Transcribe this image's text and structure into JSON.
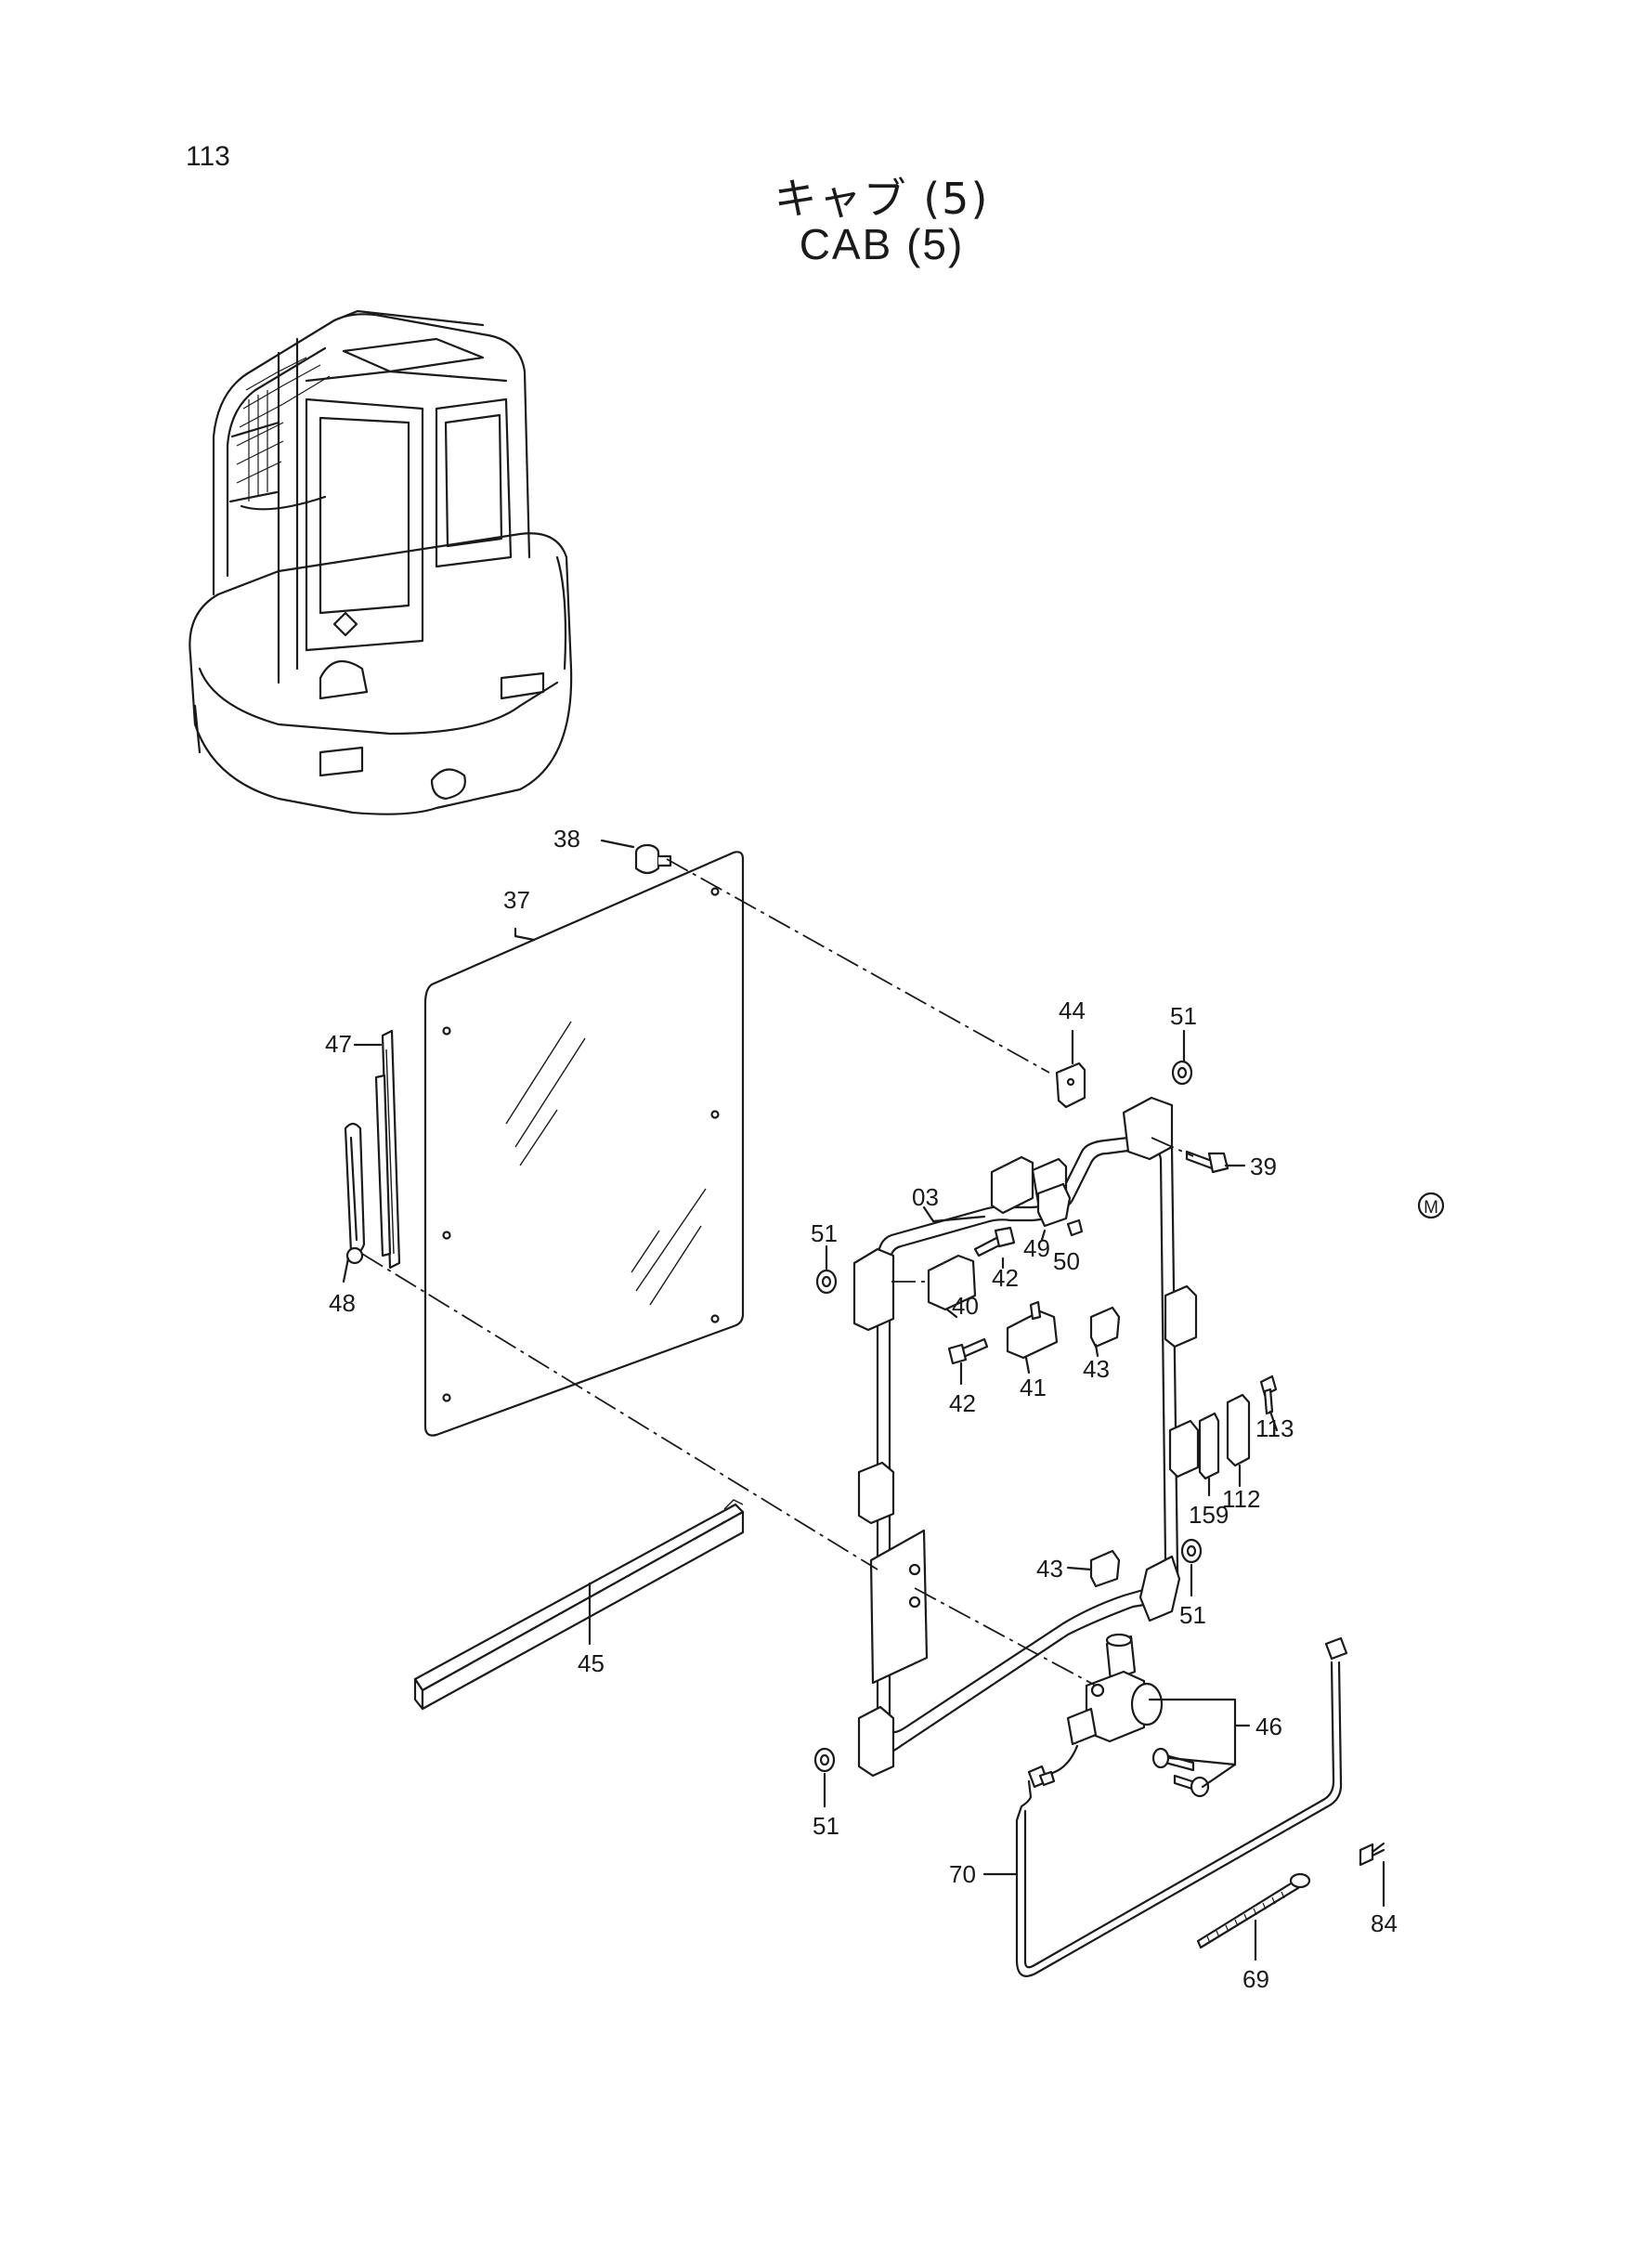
{
  "page": {
    "number": "113"
  },
  "title": {
    "japanese": "キャブ (5)",
    "english": "CAB (5)"
  },
  "mark": "M",
  "callouts": [
    {
      "id": "c38",
      "text": "38"
    },
    {
      "id": "c37",
      "text": "37"
    },
    {
      "id": "c47",
      "text": "47"
    },
    {
      "id": "c48",
      "text": "48"
    },
    {
      "id": "c44",
      "text": "44"
    },
    {
      "id": "c51a",
      "text": "51"
    },
    {
      "id": "c39",
      "text": "39"
    },
    {
      "id": "c03",
      "text": "03"
    },
    {
      "id": "c51b",
      "text": "51"
    },
    {
      "id": "c42a",
      "text": "42"
    },
    {
      "id": "c49",
      "text": "49"
    },
    {
      "id": "c50",
      "text": "50"
    },
    {
      "id": "c40",
      "text": "40"
    },
    {
      "id": "c43a",
      "text": "43"
    },
    {
      "id": "c42b",
      "text": "42"
    },
    {
      "id": "c41",
      "text": "41"
    },
    {
      "id": "c113",
      "text": "113"
    },
    {
      "id": "c112",
      "text": "112"
    },
    {
      "id": "c159",
      "text": "159"
    },
    {
      "id": "c43b",
      "text": "43"
    },
    {
      "id": "c51c",
      "text": "51"
    },
    {
      "id": "c45",
      "text": "45"
    },
    {
      "id": "c46",
      "text": "46"
    },
    {
      "id": "c51d",
      "text": "51"
    },
    {
      "id": "c70",
      "text": "70"
    },
    {
      "id": "c84",
      "text": "84"
    },
    {
      "id": "c69",
      "text": "69"
    }
  ]
}
